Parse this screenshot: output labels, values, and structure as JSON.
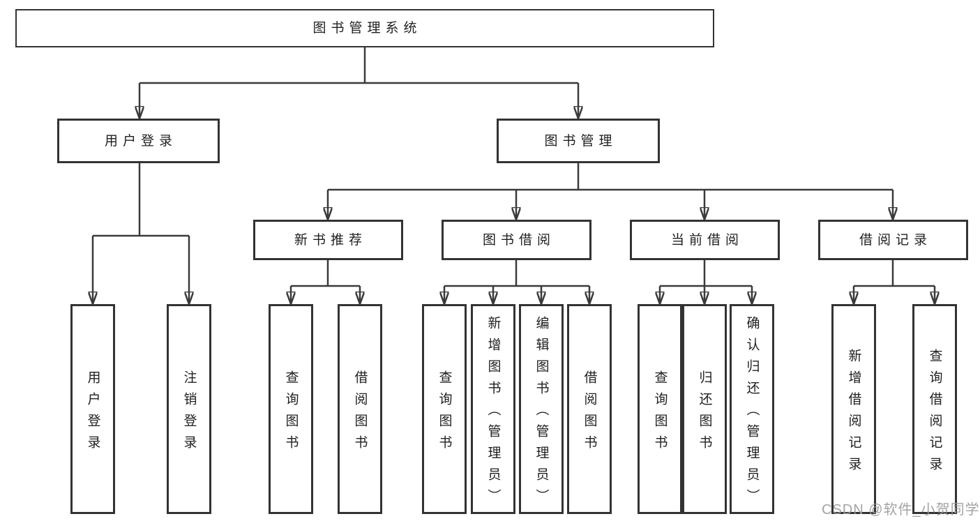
{
  "tree": {
    "label": "图书管理系统",
    "children": [
      {
        "label": "用户登录",
        "children": [
          {
            "label": "用户登录"
          },
          {
            "label": "注销登录"
          }
        ]
      },
      {
        "label": "图书管理",
        "children": [
          {
            "label": "新书推荐",
            "children": [
              {
                "label": "查询图书"
              },
              {
                "label": "借阅图书"
              }
            ]
          },
          {
            "label": "图书借阅",
            "children": [
              {
                "label": "查询图书"
              },
              {
                "label": "新增图书（管理员）"
              },
              {
                "label": "编辑图书（管理员）"
              },
              {
                "label": "借阅图书"
              }
            ]
          },
          {
            "label": "当前借阅",
            "children": [
              {
                "label": "查询图书"
              },
              {
                "label": "归还图书"
              },
              {
                "label": "确认归还（管理员）"
              }
            ]
          },
          {
            "label": "借阅记录",
            "children": [
              {
                "label": "新增借阅记录"
              },
              {
                "label": "查询借阅记录"
              }
            ]
          }
        ]
      }
    ]
  },
  "watermark": "CSDN @软件_小贺同学",
  "colors": {
    "line": "#3a3a3a",
    "box_border": "#333333",
    "text": "#1f1f1f",
    "watermark": "#9b9b9b",
    "background": "#ffffff"
  }
}
